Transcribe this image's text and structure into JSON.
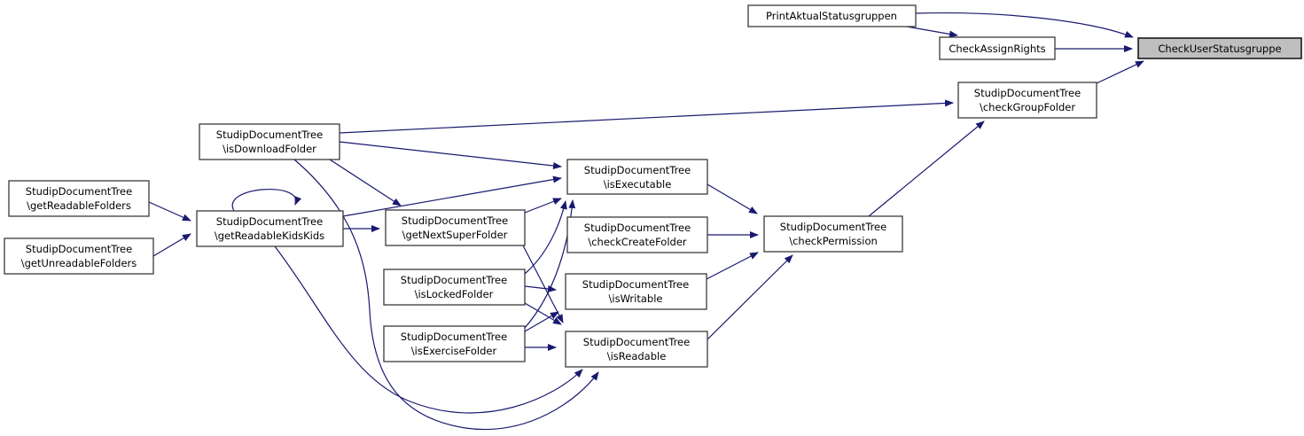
{
  "diagram": {
    "type": "call-graph",
    "highlighted_node": "CheckUserStatusgruppe",
    "colors": {
      "background": "#ffffff",
      "edge": "#191970",
      "node_border": "#3a3a3a",
      "node_fill": "#ffffff",
      "highlight_fill": "#bfbfbf",
      "text": "#000000"
    },
    "nodes": [
      {
        "id": "PrintAktualStatusgruppen",
        "lines": [
          "PrintAktualStatusgruppen"
        ]
      },
      {
        "id": "CheckAssignRights",
        "lines": [
          "CheckAssignRights"
        ]
      },
      {
        "id": "CheckUserStatusgruppe",
        "lines": [
          "CheckUserStatusgruppe"
        ],
        "highlighted": true
      },
      {
        "id": "checkGroupFolder",
        "lines": [
          "StudipDocumentTree",
          "\\checkGroupFolder"
        ]
      },
      {
        "id": "isDownloadFolder",
        "lines": [
          "StudipDocumentTree",
          "\\isDownloadFolder"
        ]
      },
      {
        "id": "getReadableFolders",
        "lines": [
          "StudipDocumentTree",
          "\\getReadableFolders"
        ]
      },
      {
        "id": "getUnreadableFolders",
        "lines": [
          "StudipDocumentTree",
          "\\getUnreadableFolders"
        ]
      },
      {
        "id": "getReadableKidsKids",
        "lines": [
          "StudipDocumentTree",
          "\\getReadableKidsKids"
        ]
      },
      {
        "id": "getNextSuperFolder",
        "lines": [
          "StudipDocumentTree",
          "\\getNextSuperFolder"
        ]
      },
      {
        "id": "isExecutable",
        "lines": [
          "StudipDocumentTree",
          "\\isExecutable"
        ]
      },
      {
        "id": "checkCreateFolder",
        "lines": [
          "StudipDocumentTree",
          "\\checkCreateFolder"
        ]
      },
      {
        "id": "isLockedFolder",
        "lines": [
          "StudipDocumentTree",
          "\\isLockedFolder"
        ]
      },
      {
        "id": "isWritable",
        "lines": [
          "StudipDocumentTree",
          "\\isWritable"
        ]
      },
      {
        "id": "isExerciseFolder",
        "lines": [
          "StudipDocumentTree",
          "\\isExerciseFolder"
        ]
      },
      {
        "id": "isReadable",
        "lines": [
          "StudipDocumentTree",
          "\\isReadable"
        ]
      },
      {
        "id": "checkPermission",
        "lines": [
          "StudipDocumentTree",
          "\\checkPermission"
        ]
      }
    ],
    "edges": [
      {
        "from": "PrintAktualStatusgruppen",
        "to": "CheckUserStatusgruppe"
      },
      {
        "from": "PrintAktualStatusgruppen",
        "to": "CheckAssignRights"
      },
      {
        "from": "CheckAssignRights",
        "to": "CheckUserStatusgruppe"
      },
      {
        "from": "checkGroupFolder",
        "to": "CheckUserStatusgruppe"
      },
      {
        "from": "checkPermission",
        "to": "checkGroupFolder"
      },
      {
        "from": "isDownloadFolder",
        "to": "checkGroupFolder"
      },
      {
        "from": "isDownloadFolder",
        "to": "isExecutable"
      },
      {
        "from": "isDownloadFolder",
        "to": "getNextSuperFolder"
      },
      {
        "from": "isDownloadFolder",
        "to": "isReadable"
      },
      {
        "from": "getReadableFolders",
        "to": "getReadableKidsKids"
      },
      {
        "from": "getUnreadableFolders",
        "to": "getReadableKidsKids"
      },
      {
        "from": "getReadableKidsKids",
        "to": "getReadableKidsKids"
      },
      {
        "from": "getReadableKidsKids",
        "to": "getNextSuperFolder"
      },
      {
        "from": "getReadableKidsKids",
        "to": "isExecutable"
      },
      {
        "from": "getReadableKidsKids",
        "to": "isReadable"
      },
      {
        "from": "getNextSuperFolder",
        "to": "isExecutable"
      },
      {
        "from": "getNextSuperFolder",
        "to": "isReadable"
      },
      {
        "from": "isLockedFolder",
        "to": "isExecutable"
      },
      {
        "from": "isLockedFolder",
        "to": "isWritable"
      },
      {
        "from": "isLockedFolder",
        "to": "isReadable"
      },
      {
        "from": "isExerciseFolder",
        "to": "isExecutable"
      },
      {
        "from": "isExerciseFolder",
        "to": "isWritable"
      },
      {
        "from": "isExerciseFolder",
        "to": "isReadable"
      },
      {
        "from": "isExecutable",
        "to": "checkPermission"
      },
      {
        "from": "checkCreateFolder",
        "to": "checkPermission"
      },
      {
        "from": "isWritable",
        "to": "checkPermission"
      },
      {
        "from": "isReadable",
        "to": "checkPermission"
      }
    ]
  }
}
